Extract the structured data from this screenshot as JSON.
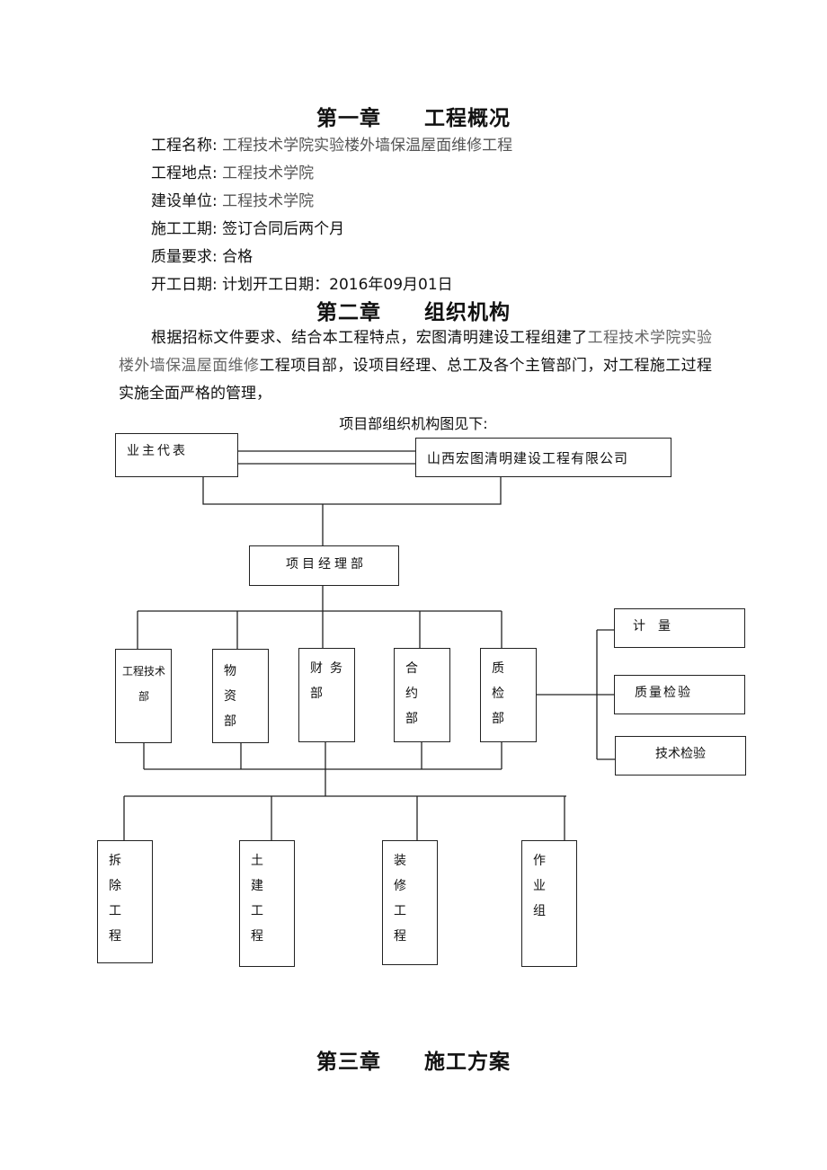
{
  "chapter1": {
    "title": "第一章　　工程概况"
  },
  "info": [
    {
      "label": "工程名称:",
      "value": "工程技术学院实验楼外墙保温屋面维修工程"
    },
    {
      "label": "工程地点:",
      "value": "工程技术学院"
    },
    {
      "label": "建设单位:",
      "value": "工程技术学院"
    },
    {
      "label": "施工工期:",
      "value": "签订合同后两个月"
    },
    {
      "label": "质量要求:",
      "value": "合格"
    },
    {
      "label": "开工日期:",
      "value": "计划开工日期：2016年09月01日"
    }
  ],
  "chapter2": {
    "title": "第二章　　组织机构"
  },
  "para": {
    "p1": "根据招标文件要求、结合本工程特点，宏图清明建设工程组建了",
    "p2": "工程技术学院实验楼外墙保温屋面维修",
    "p3": "工程项目部，设项目经理、总工及各个主管部门，对工程施工过程实施全面严格的管理，"
  },
  "caption": "项目部组织机构图见下:",
  "org": {
    "owner": "业主代表",
    "company": "山西宏图清明建设工程有限公司",
    "pm": "项目经理部",
    "depts": [
      "工程技术部",
      "物资部",
      "财务部",
      "合约部",
      "质检部"
    ],
    "qc_subs": [
      "计　量",
      "质量检验",
      "技术检验"
    ],
    "teams": [
      "拆除工程",
      "土建工程",
      "装修工程",
      "作业组"
    ]
  },
  "chapter3": {
    "title": "第三章　　施工方案"
  }
}
